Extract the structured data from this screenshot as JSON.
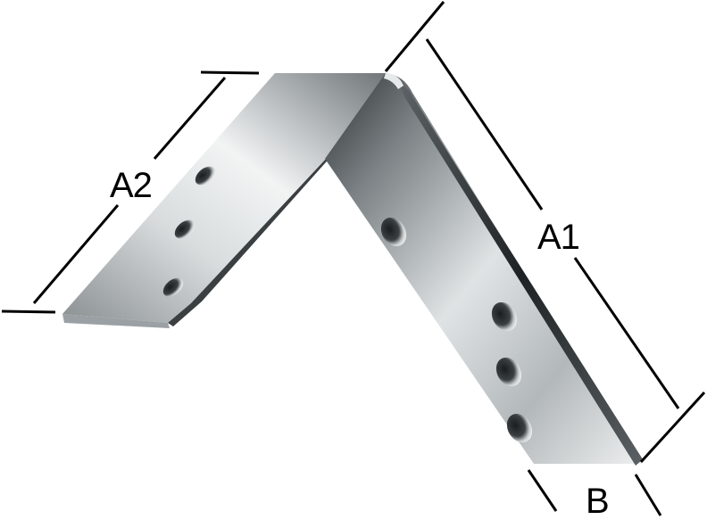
{
  "diagram": {
    "subject": "angle-bracket",
    "material_color": "#b9bdbf",
    "line_color": "#000000",
    "labels": {
      "a1": "A1",
      "a2": "A2",
      "b": "B"
    },
    "holes": {
      "short_leg_count": 3,
      "long_leg_count": 4
    }
  }
}
